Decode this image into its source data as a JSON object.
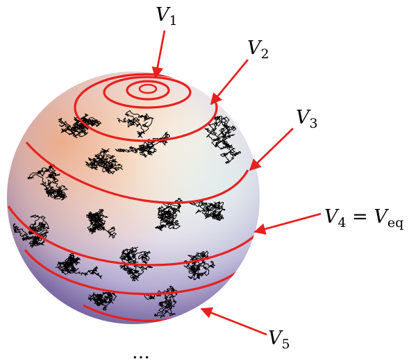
{
  "labels": {
    "v1": {
      "main": "V",
      "sub": "1"
    },
    "v2": {
      "main": "V",
      "sub": "2"
    },
    "v3": {
      "main": "V",
      "sub": "3"
    },
    "v4": {
      "main": "V",
      "sub": "4",
      "eq": " = ",
      "main2": "V",
      "sub2": "eq"
    },
    "v5": {
      "main": "V",
      "sub": "5"
    }
  },
  "continuation": "…",
  "colors": {
    "contour": "#e8201e",
    "arrow": "#e8201e",
    "path": "#000000",
    "sphere_light": "#fffdf2",
    "sphere_warm": "#f2b48e",
    "sphere_cool": "#a9a7d8",
    "sphere_dark": "#5b4a86"
  }
}
